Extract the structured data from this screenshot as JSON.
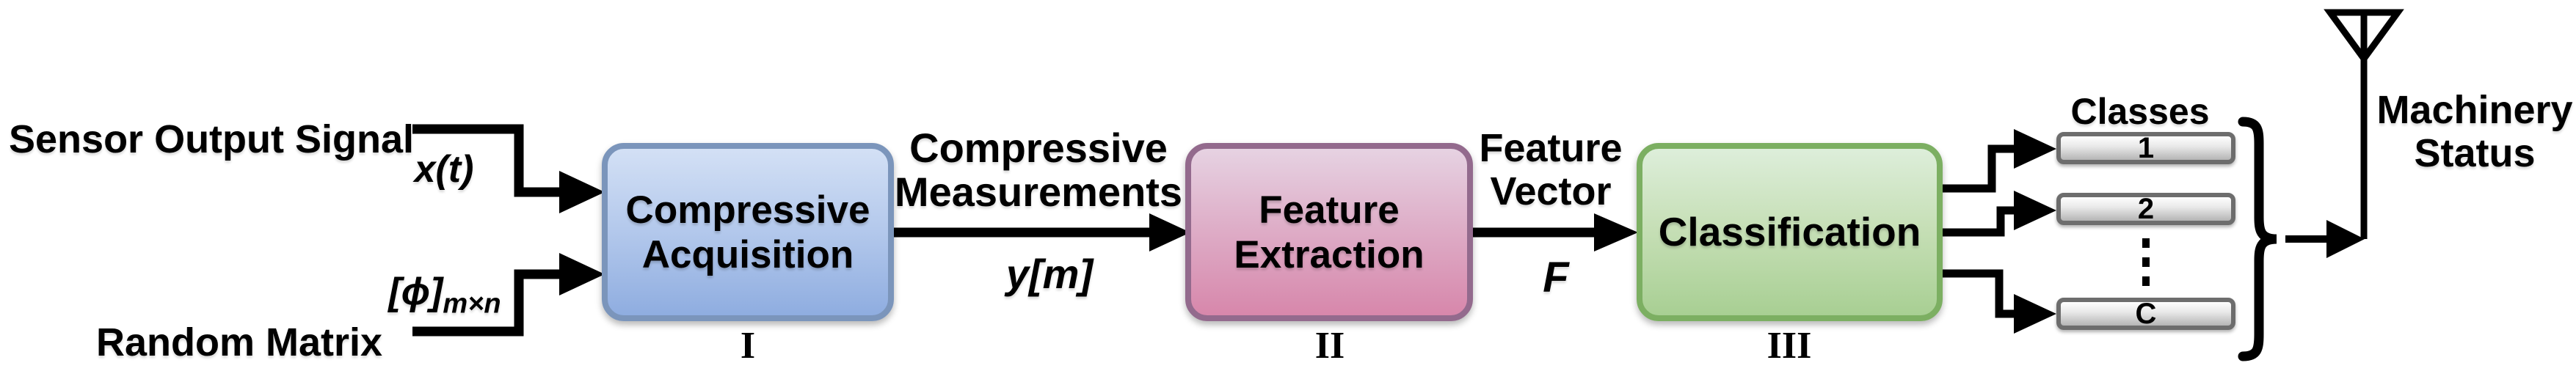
{
  "labels": {
    "sensor_signal": "Sensor Output Signal",
    "sensor_math": "x(t)",
    "random_matrix": "Random Matrix",
    "matrix_math_base": "[ϕ]",
    "matrix_math_sub": "m×n",
    "measurements_line1": "Compressive",
    "measurements_line2": "Measurements",
    "measurements_math": "y[m]",
    "feature_line1": "Feature",
    "feature_line2": "Vector",
    "feature_math": "F",
    "classes_title": "Classes",
    "machinery_line1": "Machinery",
    "machinery_line2": "Status"
  },
  "stages": {
    "acquisition": {
      "line1": "Compressive",
      "line2": "Acquisition",
      "numeral": "I"
    },
    "extraction": {
      "line1": "Feature",
      "line2": "Extraction",
      "numeral": "II"
    },
    "classification": {
      "line1": "Classification",
      "numeral": "III"
    }
  },
  "classes": [
    {
      "label": "1"
    },
    {
      "label": "2"
    },
    {
      "label": "C"
    }
  ],
  "icons": {
    "antenna": "antenna-icon",
    "brace": "right-curly-brace",
    "dots": "vertical-ellipsis"
  },
  "colors": {
    "background": "#ffffff",
    "text_color": "#000000",
    "line_color": "#000000",
    "blue_fill_top": "#d3e0f5",
    "blue_fill_bottom": "#8fade0",
    "blue_border": "#7b95bb",
    "pink_fill_top": "#e6d2e2",
    "pink_fill_bottom": "#d787ab",
    "pink_border": "#936a8d",
    "green_fill_top": "#ddeeda",
    "green_fill_bottom": "#a8cf93",
    "green_border": "#7caf62",
    "class_fill_top": "#fefefe",
    "class_fill_bottom": "#b5b5b5",
    "class_border": "#6d6d6d"
  }
}
